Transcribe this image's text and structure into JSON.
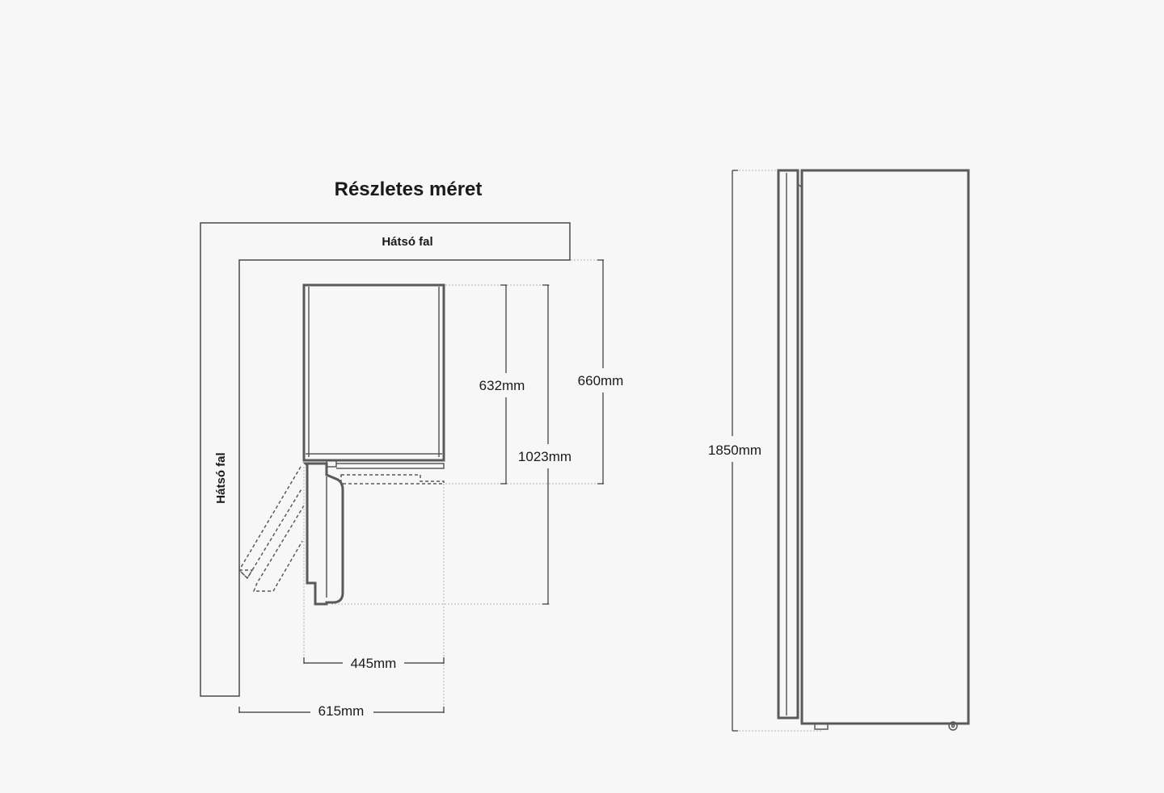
{
  "title": "Részletes méret",
  "walls": {
    "back_top": "Hátsó fal",
    "back_side": "Hátsó fal"
  },
  "dimensions": {
    "depth_body": "632mm",
    "depth_total": "660mm",
    "depth_door_open": "1023mm",
    "width_body": "445mm",
    "width_total": "615mm",
    "height": "1850mm"
  },
  "colors": {
    "background": "#f7f7f7",
    "line": "#5a5a5a",
    "text": "#1a1a1a"
  }
}
